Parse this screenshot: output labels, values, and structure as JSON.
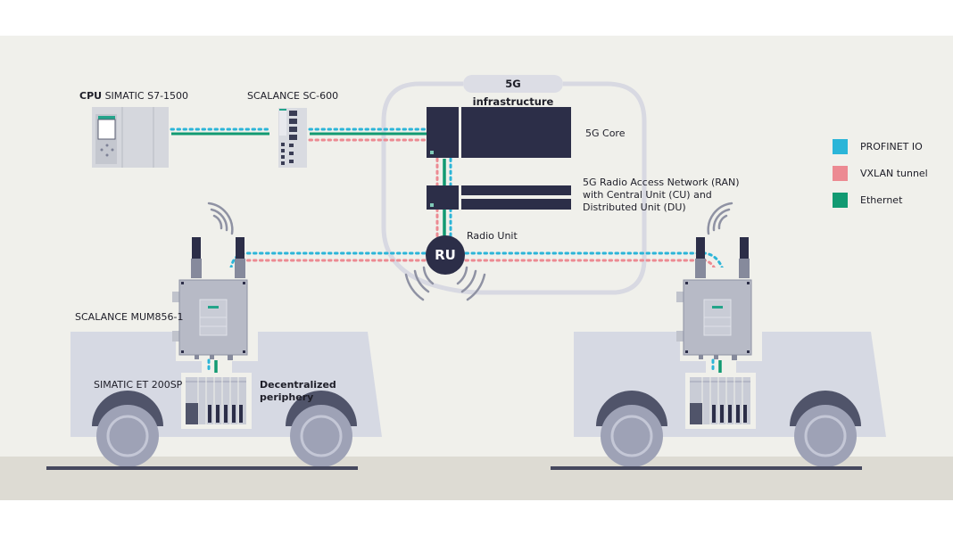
{
  "colors": {
    "profinet": "#2bb5d8",
    "vxlan": "#ec8a92",
    "ethernet": "#129a72",
    "dark_device": "#2c2e48",
    "background": "#f0f0eb",
    "floor": "#dddbd3",
    "vehicle": "#d6d9e3",
    "wheel": "#9ea2b6"
  },
  "title_infra": "5G infrastructure",
  "legend": [
    {
      "label": "PROFINET IO",
      "color": "#2bb5d8"
    },
    {
      "label": "VXLAN tunnel",
      "color": "#ec8a92"
    },
    {
      "label": "Ethernet",
      "color": "#129a72"
    }
  ],
  "labels": {
    "cpu_prefix": "CPU",
    "cpu_name": "SIMATIC S7-1500",
    "switch": "SCALANCE SC-600",
    "core": "5G Core",
    "ran_line1": "5G Radio Access Network (RAN)",
    "ran_line2": "with Central Unit (CU) and",
    "ran_line3": "Distributed Unit (DU)",
    "radio_unit": "Radio Unit",
    "ru": "RU",
    "mum": "SCALANCE MUM856-1",
    "et200": "SIMATIC ET 200SP",
    "periphery_line1": "Decentralized",
    "periphery_line2": "periphery"
  }
}
